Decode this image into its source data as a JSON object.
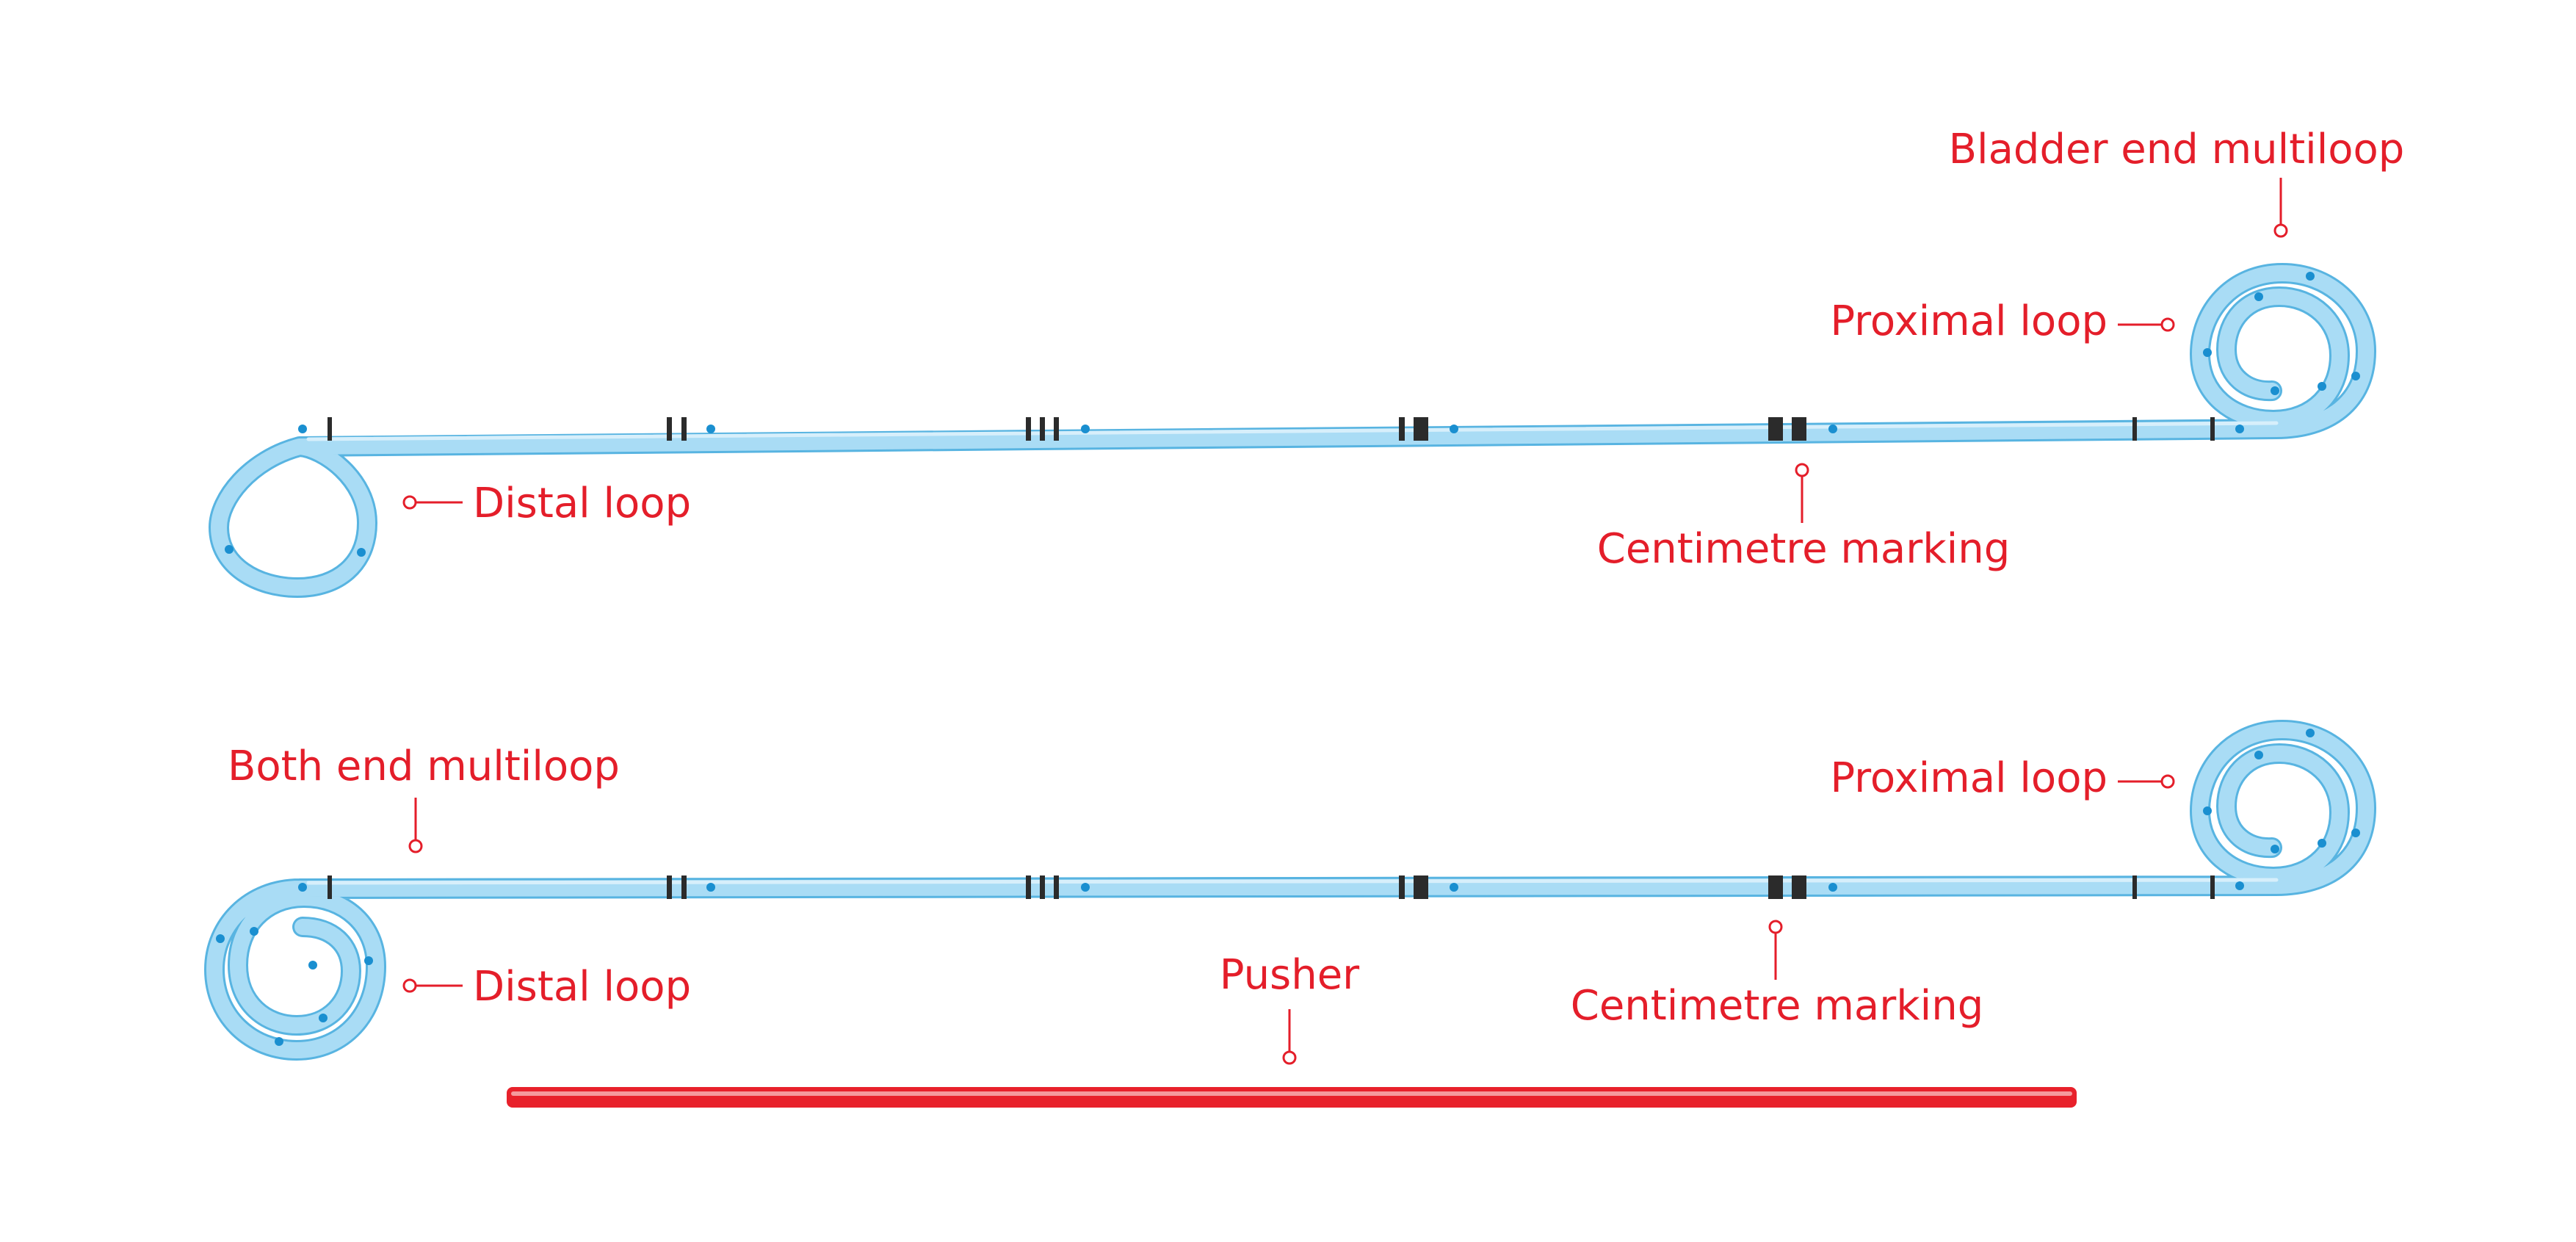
{
  "colors": {
    "stent_fill": "#a9dcf5",
    "stent_outline": "#58b4e1",
    "stent_highlight": "#d7effb",
    "hole": "#1a8fd0",
    "marking": "#2b2b2b",
    "label": "#e41e2a",
    "pusher": "#e8212b",
    "pusher_highlight": "#f59a9d",
    "background": "#ffffff"
  },
  "labels": {
    "bladder_end_multiloop": "Bladder end multiloop",
    "proximal_loop_top": "Proximal loop",
    "distal_loop_top": "Distal loop",
    "centimetre_marking_top": "Centimetre marking",
    "both_end_multiloop": "Both end multiloop",
    "proximal_loop_bottom": "Proximal loop",
    "distal_loop_bottom": "Distal loop",
    "centimetre_marking_bottom": "Centimetre marking",
    "pusher": "Pusher"
  },
  "icons": [
    "leader-dot-icon"
  ]
}
